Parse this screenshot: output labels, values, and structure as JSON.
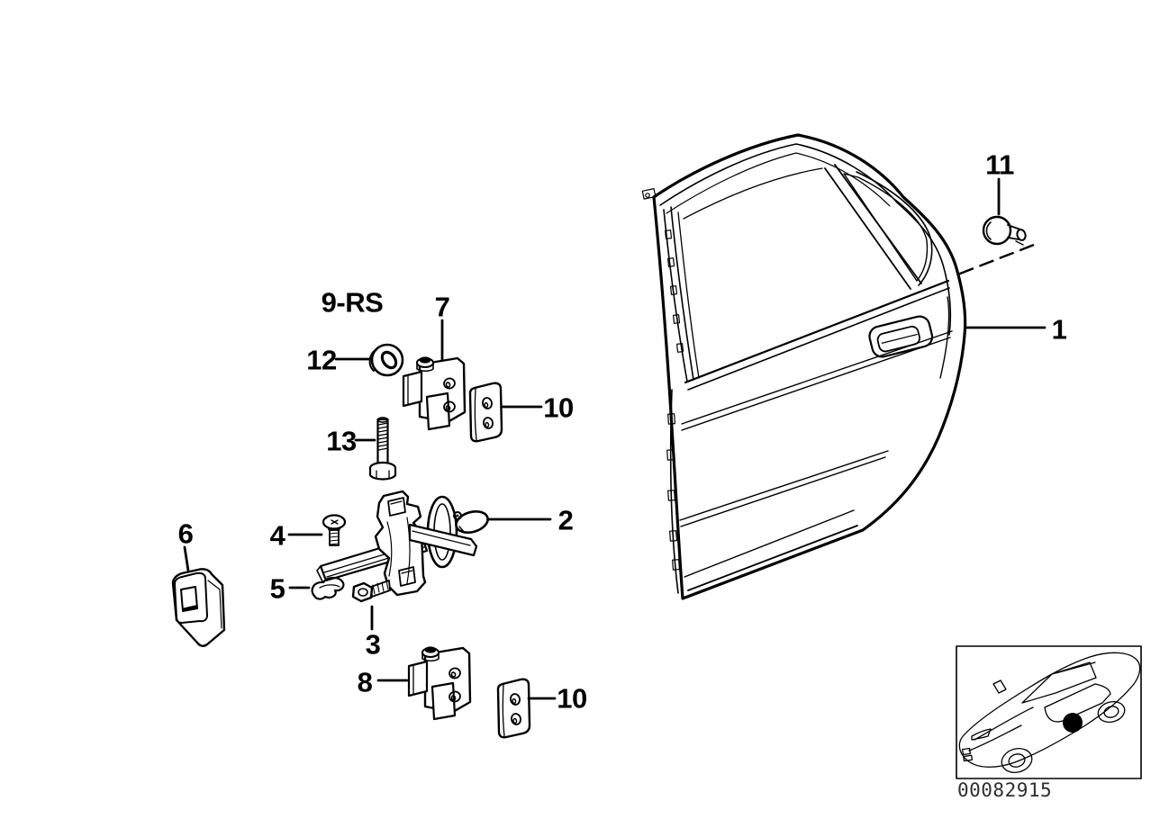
{
  "diagram": {
    "background": "#ffffff",
    "line_color": "#000000",
    "callouts": [
      {
        "id": "1",
        "text": "1"
      },
      {
        "id": "2",
        "text": "2"
      },
      {
        "id": "3",
        "text": "3"
      },
      {
        "id": "4",
        "text": "4"
      },
      {
        "id": "5",
        "text": "5"
      },
      {
        "id": "6",
        "text": "6"
      },
      {
        "id": "7",
        "text": "7"
      },
      {
        "id": "8",
        "text": "8"
      },
      {
        "id": "9-RS",
        "text": "9-RS"
      },
      {
        "id": "10-upper",
        "text": "10"
      },
      {
        "id": "10-lower",
        "text": "10"
      },
      {
        "id": "11",
        "text": "11"
      },
      {
        "id": "12",
        "text": "12"
      },
      {
        "id": "13",
        "text": "13"
      }
    ],
    "footer": {
      "image_code": "00082915"
    }
  }
}
